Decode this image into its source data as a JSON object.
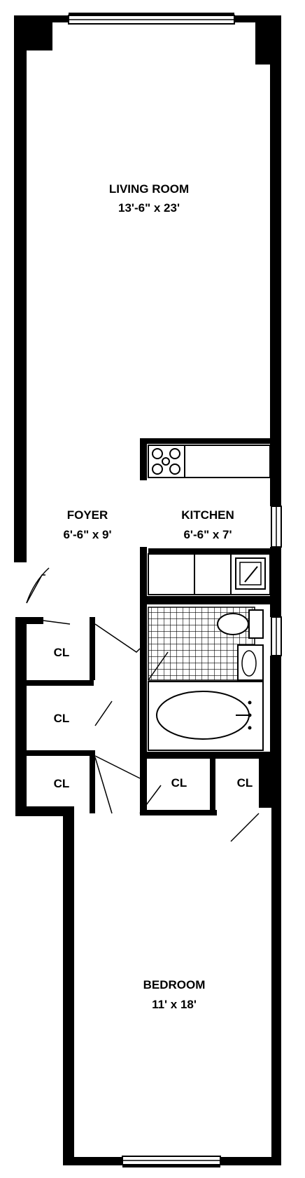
{
  "rooms": {
    "living_room": {
      "name": "LIVING ROOM",
      "dims": "13'-6\" x 23'"
    },
    "foyer": {
      "name": "FOYER",
      "dims": "6'-6\" x 9'"
    },
    "kitchen": {
      "name": "KITCHEN",
      "dims": "6'-6\" x 7'"
    },
    "bedroom": {
      "name": "BEDROOM",
      "dims": "11' x 18'"
    }
  },
  "closets": {
    "cl1": "CL",
    "cl2": "CL",
    "cl3": "CL",
    "cl4": "CL",
    "cl5": "CL"
  },
  "colors": {
    "wall": "#000000",
    "background": "#ffffff"
  }
}
